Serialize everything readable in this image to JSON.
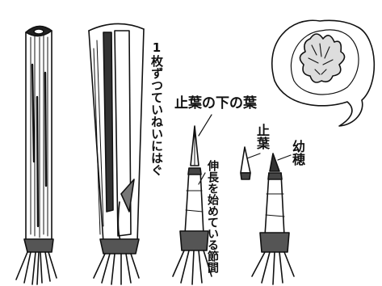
{
  "labels": {
    "peel_one_by_one": "1枚ずつていねいにはぐ",
    "leaf_below_flag": "止葉の下の葉",
    "flag_leaf": "止葉",
    "young_panicle": "幼穂",
    "elongating_internode": "伸長を始めている節間"
  },
  "colors": {
    "ink": "#111111",
    "paper": "#ffffff"
  }
}
